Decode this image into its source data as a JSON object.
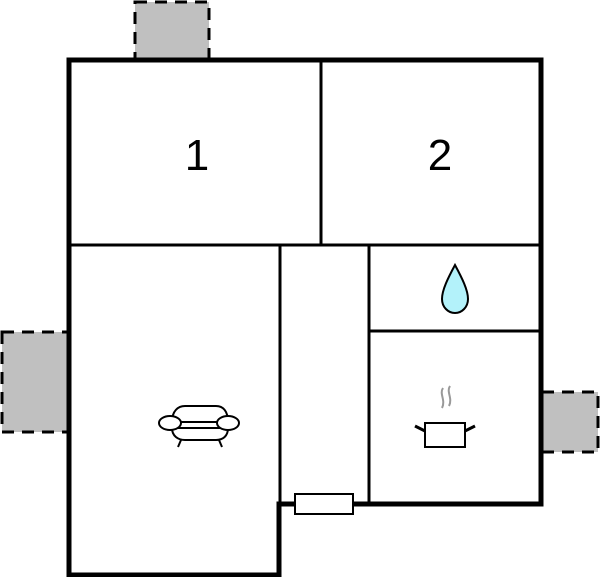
{
  "floor_plan": {
    "colors": {
      "wall": "#000000",
      "balcony_fill": "#c0c0c0",
      "water_fill": "#b3f2fa",
      "steam": "#999999",
      "background": "#ffffff"
    },
    "rooms": [
      {
        "id": "bedroom-1",
        "label": "1"
      },
      {
        "id": "bedroom-2",
        "label": "2"
      },
      {
        "id": "bathroom",
        "icon": "water-drop-icon"
      },
      {
        "id": "kitchen",
        "icon": "cooking-pot-icon"
      },
      {
        "id": "living-room",
        "icon": "armchair-icon"
      },
      {
        "id": "hallway"
      }
    ],
    "terraces": [
      {
        "id": "terrace-top",
        "position": "top"
      },
      {
        "id": "terrace-left",
        "position": "left"
      },
      {
        "id": "terrace-right",
        "position": "right"
      }
    ],
    "entrance": {
      "icon": "door-mat-icon"
    }
  }
}
